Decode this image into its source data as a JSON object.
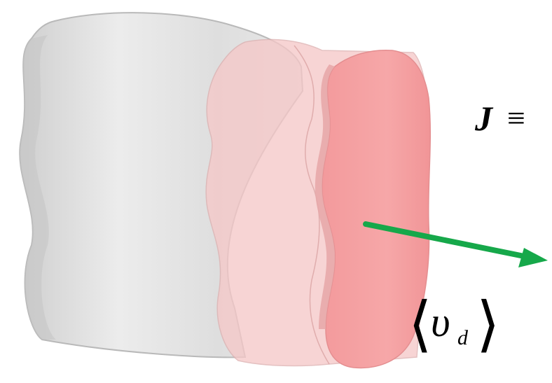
{
  "diagram": {
    "current_density_label": {
      "symbol": "J",
      "relation": "≡"
    },
    "drift_velocity_label": {
      "open_bracket": "⟨",
      "symbol": "υ",
      "subscript": "d",
      "close_bracket": "⟩"
    },
    "colors": {
      "wire_body": "#e3e3e3",
      "wire_edge": "#b9b9b9",
      "charge_volume": "#f5c8c8",
      "cross_section": "#f4a2a3",
      "arrow": "#16a84a"
    }
  }
}
